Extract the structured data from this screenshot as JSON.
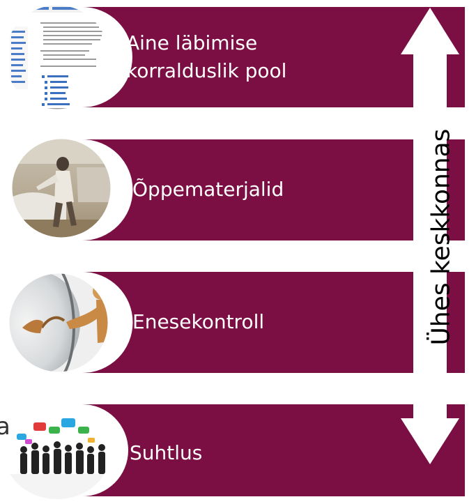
{
  "colors": {
    "banner": "#7b0f44",
    "arrow": "#ffffff",
    "text": "#ffffff",
    "vertical_text": "#000000"
  },
  "items": [
    {
      "label_lines": [
        "Aine läbimise",
        "korralduslik pool"
      ],
      "image": "course-page-screenshot"
    },
    {
      "label_lines": [
        "Õppematerjalid"
      ],
      "image": "worker-painting-photo"
    },
    {
      "label_lines": [
        "Enesekontroll"
      ],
      "image": "mirror-high-five-photo"
    },
    {
      "label_lines": [
        "Suhtlus"
      ],
      "image": "people-speech-bubbles-photo"
    }
  ],
  "vertical_label": "Ühes keskkonnas",
  "cut_text": "a"
}
